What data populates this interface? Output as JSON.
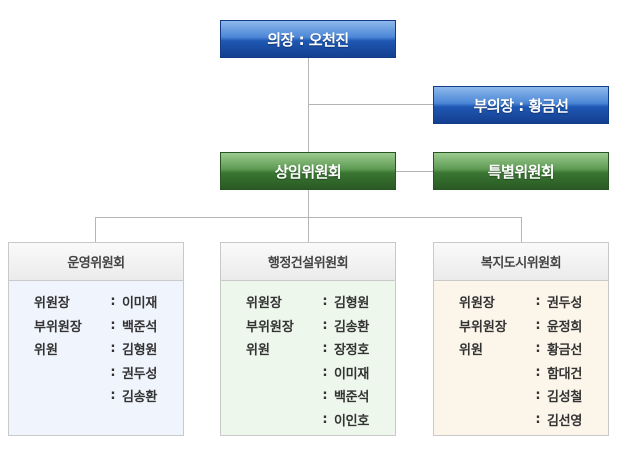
{
  "chair": {
    "label": "의장 : 오천진"
  },
  "vice_chair": {
    "label": "부의장 : 황금선"
  },
  "standing_committee": {
    "label": "상임위원회"
  },
  "special_committee": {
    "label": "특별위원회"
  },
  "committees": [
    {
      "title": "운영위원회",
      "members": [
        {
          "role": "위원장",
          "name": "이미재"
        },
        {
          "role": "부위원장",
          "name": "백준석"
        },
        {
          "role": "위원",
          "name": "김형원"
        },
        {
          "role": "",
          "name": "권두성"
        },
        {
          "role": "",
          "name": "김송환"
        }
      ]
    },
    {
      "title": "행정건설위원회",
      "members": [
        {
          "role": "위원장",
          "name": "김형원"
        },
        {
          "role": "부위원장",
          "name": "김송환"
        },
        {
          "role": "위원",
          "name": "장정호"
        },
        {
          "role": "",
          "name": "이미재"
        },
        {
          "role": "",
          "name": "백준석"
        },
        {
          "role": "",
          "name": "이인호"
        }
      ]
    },
    {
      "title": "복지도시위원회",
      "members": [
        {
          "role": "위원장",
          "name": "권두성"
        },
        {
          "role": "부위원장",
          "name": "윤정희"
        },
        {
          "role": "위원",
          "name": "황금선"
        },
        {
          "role": "",
          "name": "함대건"
        },
        {
          "role": "",
          "name": "김성철"
        },
        {
          "role": "",
          "name": "김선영"
        }
      ]
    }
  ],
  "separator": ":",
  "colors": {
    "blue": "#1f58b3",
    "green": "#3a7632",
    "line": "#b5b5b5"
  }
}
